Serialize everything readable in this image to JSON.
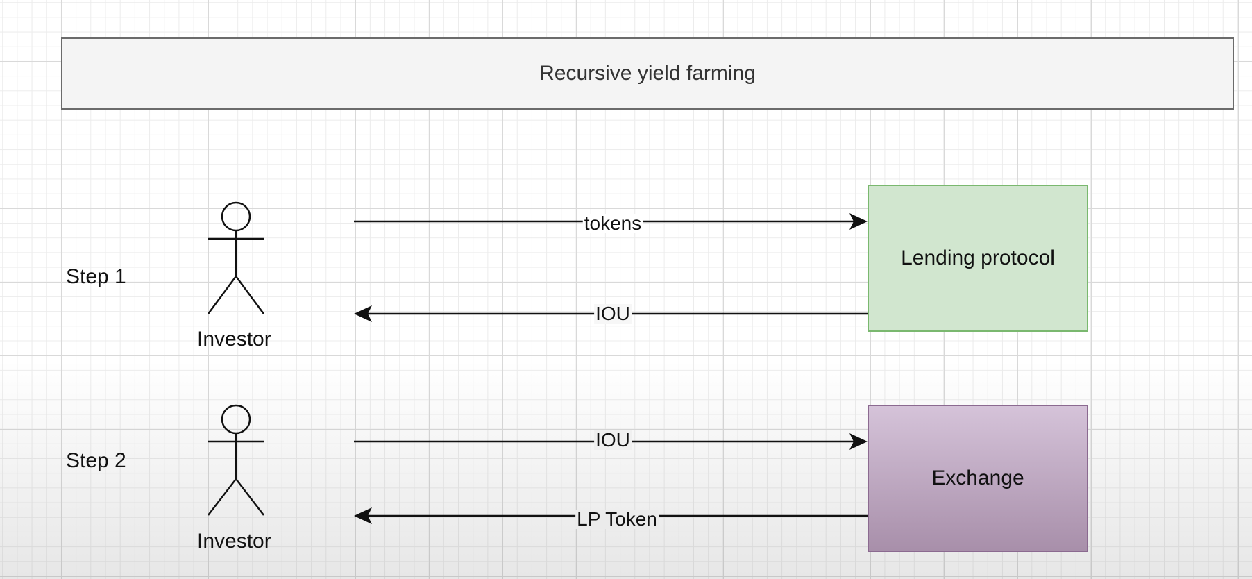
{
  "diagram": {
    "title": "Recursive yield farming",
    "steps": [
      {
        "label": "Step 1",
        "actor": "Investor",
        "target": "Lending protocol",
        "forward_label": "tokens",
        "return_label": "IOU"
      },
      {
        "label": "Step 2",
        "actor": "Investor",
        "target": "Exchange",
        "forward_label": "IOU",
        "return_label": "LP Token"
      }
    ],
    "colors": {
      "lending_fill": "#d1e6cf",
      "lending_border": "#7ab86f",
      "exchange_fill": "#c7b3cb",
      "exchange_border": "#8b6a90",
      "line": "#111111"
    }
  }
}
